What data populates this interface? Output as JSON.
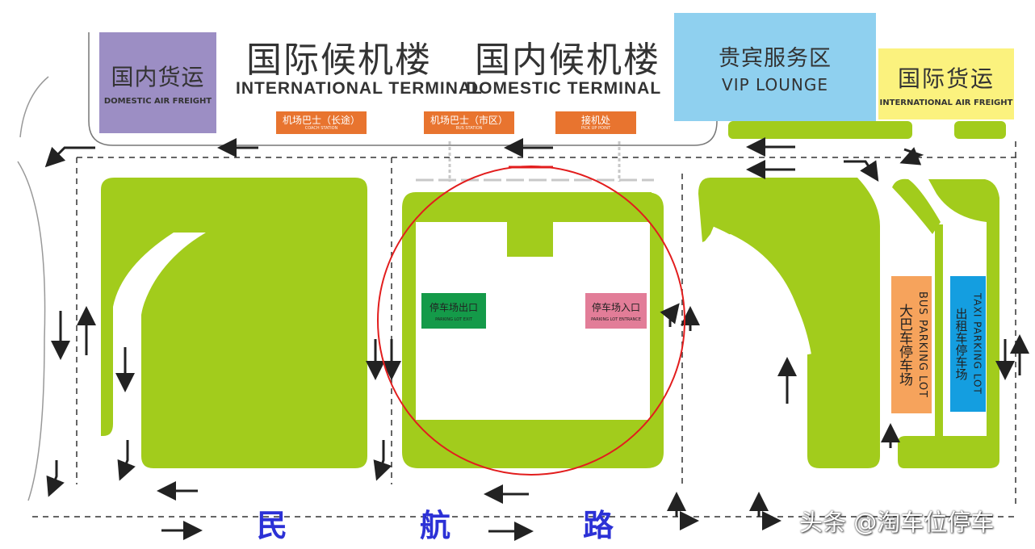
{
  "terminals": {
    "international_cn": "国际候机楼",
    "international_en": "INTERNATIONAL TERMINAL",
    "domestic_cn": "国内候机楼",
    "domestic_en": "DOMESTIC TERMINAL"
  },
  "domestic_freight": {
    "cn": "国内货运",
    "en": "DOMESTIC AIR FREIGHT"
  },
  "vip": {
    "cn": "贵宾服务区",
    "en": "VIP LOUNGE"
  },
  "intl_freight": {
    "cn": "国际货运",
    "en": "INTERNATIONAL AIR FREIGHT"
  },
  "signs": [
    {
      "cn": "机场巴士（长途）",
      "en": "COACH STATION"
    },
    {
      "cn": "机场巴士（市区）",
      "en": "BUS STATION"
    },
    {
      "cn": "接机处",
      "en": "PICK UP POINT"
    }
  ],
  "parking_exit": {
    "cn": "停车场出口",
    "en": "PARKING LOT EXIT"
  },
  "parking_entrance": {
    "cn": "停车场入口",
    "en": "PARKING LOT ENTRANCE"
  },
  "bus_parking": {
    "en": "BUS PARKING LOT",
    "cn": "大巴车停车场"
  },
  "taxi_parking": {
    "en": "TAXI PARKING LOT",
    "cn": "出租车停车场"
  },
  "road": {
    "chars": [
      "民",
      "航",
      "路"
    ]
  },
  "watermark": "头条 @淘车位停车",
  "colors": {
    "lawn": "#a2cc1c",
    "domestic_freight": "#9c8ec4",
    "vip": "#8fd0ef",
    "intl_freight": "#fbf27e",
    "sign": "#e8742f",
    "parking_exit": "#149a49",
    "parking_entrance": "#e27d98",
    "bus_parking": "#f6a35c",
    "taxi_parking": "#149ee0",
    "road_text": "#2c31d6",
    "circle": "#e21d1d"
  }
}
